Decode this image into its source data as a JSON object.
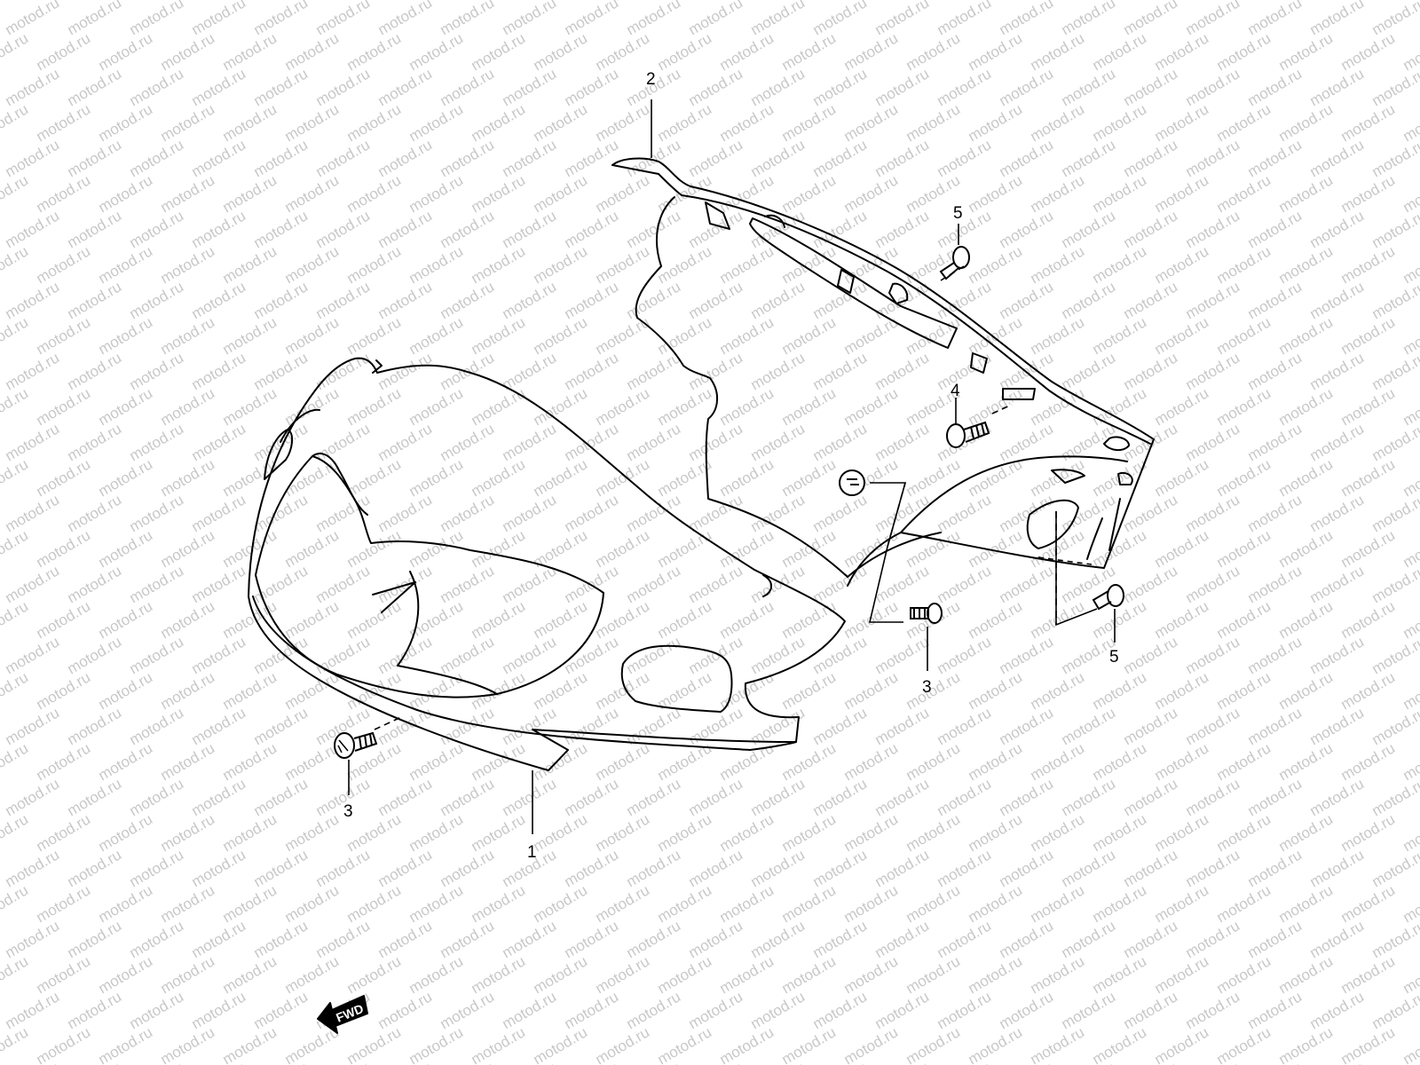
{
  "watermark": "motod.ru",
  "callouts": {
    "c1": "1",
    "c2": "2",
    "c3a": "3",
    "c3b": "3",
    "c4": "4",
    "c5a": "5",
    "c5b": "5"
  },
  "fwd_label": "FWD",
  "colors": {
    "line": "#000000",
    "watermark": "#c8c8c8",
    "background": "#ffffff"
  }
}
